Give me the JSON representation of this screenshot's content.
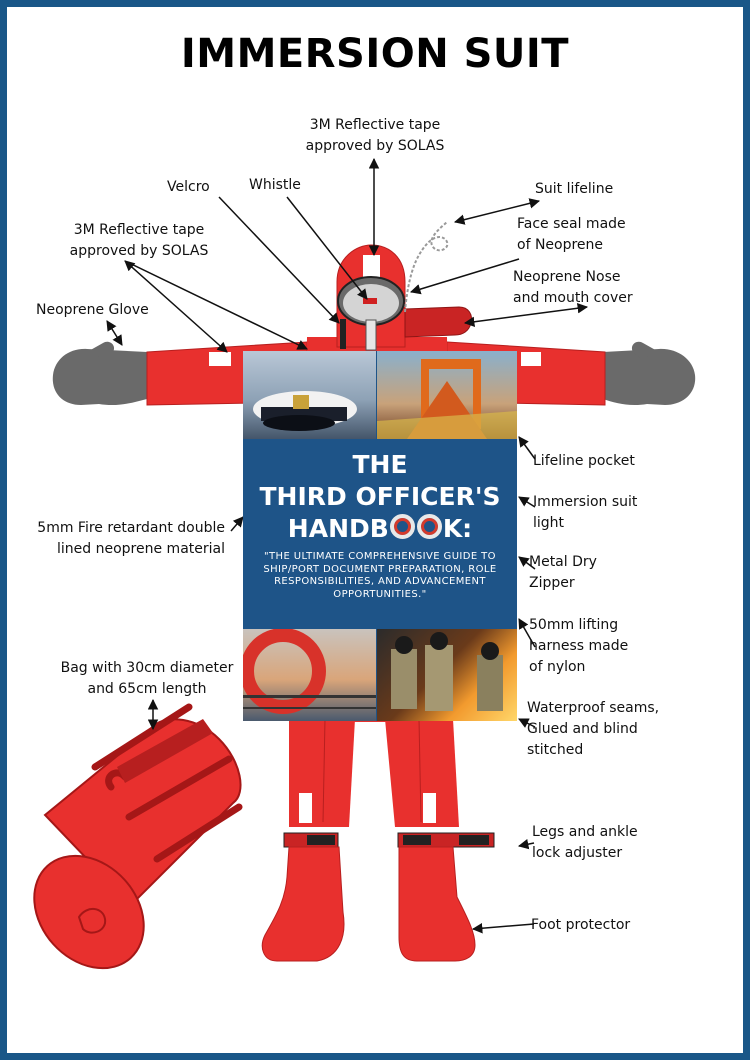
{
  "title": "IMMERSION SUIT",
  "labels": {
    "reflective_tape_top": "3M Reflective tape\napproved by SOLAS",
    "velcro": "Velcro",
    "whistle": "Whistle",
    "suit_lifeline": "Suit lifeline",
    "face_seal": "Face seal made\nof Neoprene",
    "reflective_tape_left": "3M Reflective tape\napproved by SOLAS",
    "neoprene_nose": "Neoprene Nose\nand mouth cover",
    "neoprene_glove": "Neoprene Glove",
    "lifeline_pocket": "Lifeline pocket",
    "immersion_light": "Immersion suit\nlight",
    "fire_retardant": "5mm Fire retardant double\nlined neoprene material",
    "metal_zipper": "Metal Dry\nZipper",
    "lifting_harness": "50mm lifting\nharness made\nof nylon",
    "bag": "Bag with 30cm diameter\nand 65cm length",
    "waterproof_seams": "Waterproof seams,\nGlued and blind\nstitched",
    "legs_adjuster": "Legs  and  ankle\nlock adjuster",
    "foot_protector": "Foot protector"
  },
  "book": {
    "heading_line1": "THE",
    "heading_line2": "THIRD OFFICER'S",
    "heading_line3_start": "HANDB",
    "heading_line3_end": "K:",
    "tagline": "\"THE ULTIMATE COMPREHENSIVE GUIDE TO SHIP/PORT DOCUMENT PREPARATION, ROLE RESPONSIBILITIES, AND ADVANCEMENT OPPORTUNITIES.\""
  },
  "colors": {
    "frame": "#1a5788",
    "suit_red": "#e8302e",
    "glove_grey": "#6a6a6a",
    "book_blue": "#1e5488"
  }
}
